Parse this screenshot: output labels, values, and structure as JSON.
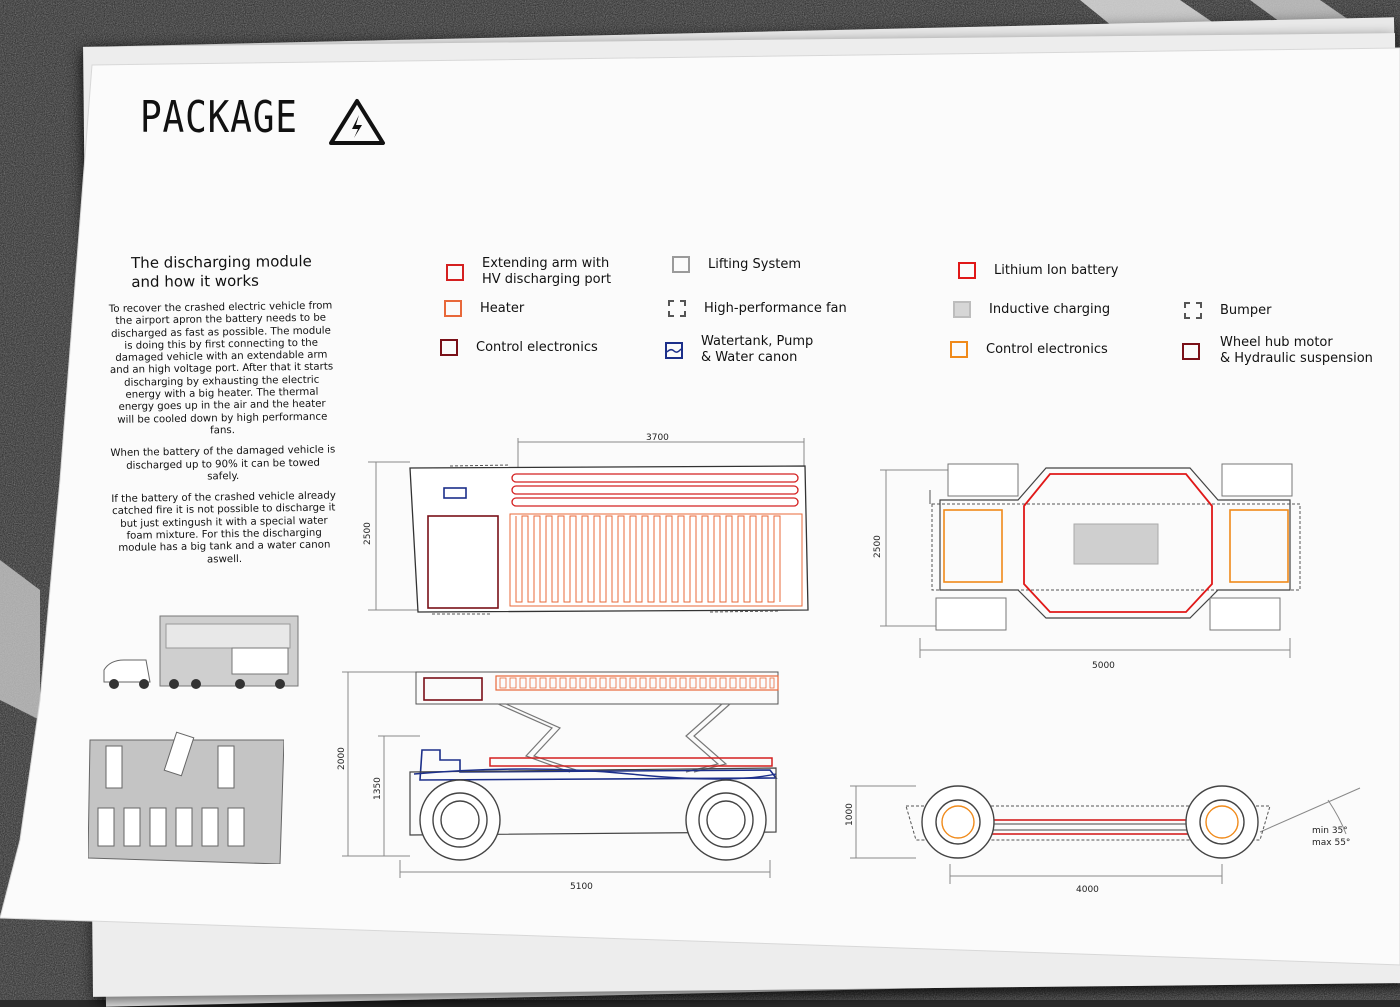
{
  "title": "PACKAGE",
  "intro": {
    "heading_line1": "The discharging module",
    "heading_line2": "and how it works",
    "paragraphs": [
      "To recover the crashed electric vehicle from the airport apron the battery needs to be discharged as fast as possible. The module is doing this by first connecting to the damaged vehicle with an extendable arm and an high voltage port. After that it starts discharging by exhausting the electric energy with a big heater. The thermal energy goes up in the air and the heater will be cooled down by high performance fans.",
      "When the battery of the damaged vehicle is discharged up to 90% it can be towed safely.",
      "If the battery of the crashed vehicle already catched fire it is not possible to discharge it but just extingush it with a special water foam mixture. For this the discharging module has a big tank and a water canon aswell."
    ]
  },
  "legend_module": [
    {
      "label": "Extending arm with\nHV discharging port",
      "color": "#d42020",
      "style": "solid"
    },
    {
      "label": "Heater",
      "color": "#e8683a",
      "style": "solid"
    },
    {
      "label": "Control electronics",
      "color": "#7a1018",
      "style": "solid"
    },
    {
      "label": "Lifting System",
      "color": "#9a9a9a",
      "style": "solid"
    },
    {
      "label": "High-performance fan",
      "color": "#555555",
      "style": "dashed"
    },
    {
      "label": "Watertank, Pump\n& Water canon",
      "color": "#1c2f8a",
      "style": "wave"
    }
  ],
  "legend_vehicle": [
    {
      "label": "Lithium Ion battery",
      "color": "#e01818",
      "style": "solid"
    },
    {
      "label": "Inductive charging",
      "color": "#cfcfcf",
      "style": "fill"
    },
    {
      "label": "Control electronics",
      "color": "#f08a1a",
      "style": "solid"
    },
    {
      "label": "Bumper",
      "color": "#555555",
      "style": "dashed"
    },
    {
      "label": "Wheel hub motor\n& Hydraulic suspension",
      "color": "#7a1018",
      "style": "solid"
    }
  ],
  "dimensions": {
    "module_top_length": "3700",
    "module_top_width": "2500",
    "module_side_height": "2000",
    "module_side_height_low": "1350",
    "module_side_length": "5100",
    "vehicle_top_width": "2500",
    "vehicle_top_length": "5000",
    "vehicle_side_height": "1000",
    "vehicle_wheelbase": "4000",
    "angle_min": "min 35°",
    "angle_max": "max 55°"
  },
  "warning_icon": "high-voltage-warning-icon",
  "colors": {
    "red": "#d42020",
    "orange": "#e8683a",
    "darkred": "#7a1018",
    "navy": "#1c2f8a",
    "gray": "#9a9a9a"
  }
}
